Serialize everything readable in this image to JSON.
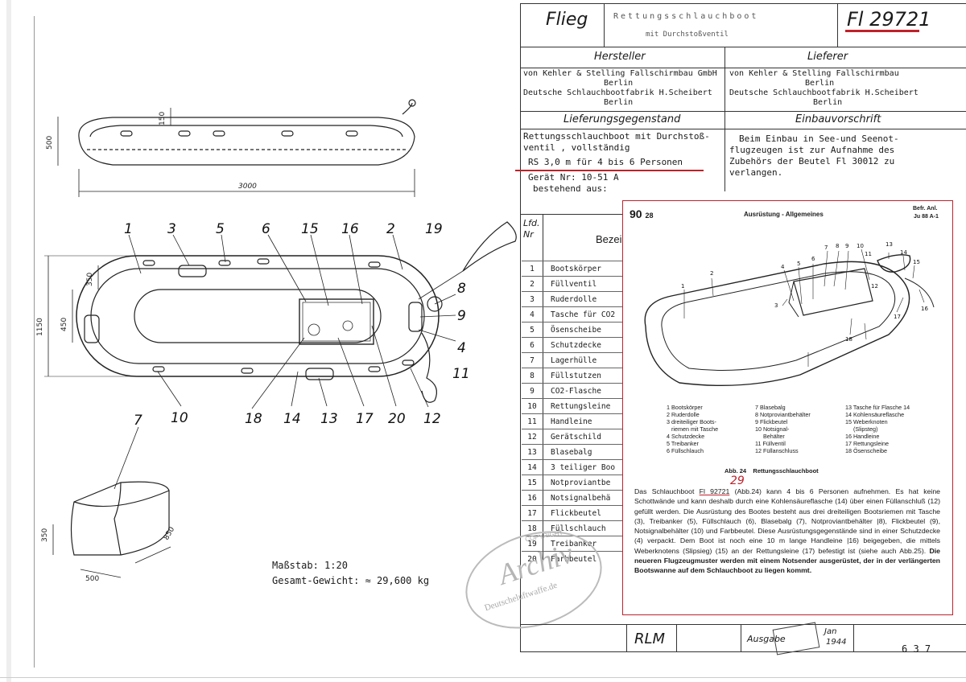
{
  "header": {
    "section": "Flieg",
    "title_line1": "Rettungsschlauchboot",
    "title_line2": "mit Durchstoßventil",
    "fl_number": "Fl 29721"
  },
  "manufacturer": {
    "heading": "Hersteller",
    "lines": [
      "von Kehler & Stelling Fallschirmbau GmbH",
      "Berlin",
      "Deutsche Schlauchbootfabrik H.Scheibert",
      "Berlin"
    ]
  },
  "supplier": {
    "heading": "Lieferer",
    "lines": [
      "von Kehler & Stelling Fallschirmbau",
      "Berlin",
      "Deutsche Schlauchbootfabrik H.Scheibert",
      "Berlin"
    ]
  },
  "delivery": {
    "heading": "Lieferungsgegenstand",
    "line1": "Rettungsschlauchboot mit Durchstoß-",
    "line2": "ventil , vollständig",
    "line3": "RS 3,0 m für 4 bis 6 Personen",
    "line4": "Gerät Nr: 10-51 A",
    "line5": "bestehend aus:"
  },
  "installation": {
    "heading": "Einbauvorschrift",
    "line1": "Beim Einbau in See-und Seenot-",
    "line2": "flugzeugen ist zur Aufnahme des",
    "line3": "Zubehörs der Beutel  Fl 30012 zu",
    "line4": "verlangen."
  },
  "parts_table": {
    "header_num": "Lfd. Nr",
    "header_name": "Bezei",
    "rows": [
      {
        "num": "1",
        "name": "Bootskörper"
      },
      {
        "num": "2",
        "name": "Füllventil"
      },
      {
        "num": "3",
        "name": "Ruderdolle"
      },
      {
        "num": "4",
        "name": "Tasche für CO2"
      },
      {
        "num": "5",
        "name": "Ösenscheibe"
      },
      {
        "num": "6",
        "name": "Schutzdecke"
      },
      {
        "num": "7",
        "name": "Lagerhülle"
      },
      {
        "num": "8",
        "name": "Füllstutzen"
      },
      {
        "num": "9",
        "name": "CO2-Flasche"
      },
      {
        "num": "10",
        "name": "Rettungsleine"
      },
      {
        "num": "11",
        "name": "Handleine"
      },
      {
        "num": "12",
        "name": "Gerätschild"
      },
      {
        "num": "13",
        "name": "Blasebalg"
      },
      {
        "num": "14",
        "name": "3 teiliger Boo"
      },
      {
        "num": "15",
        "name": "Notproviantbe"
      },
      {
        "num": "16",
        "name": "Notsignalbehä"
      },
      {
        "num": "17",
        "name": "Flickbeutel"
      },
      {
        "num": "18",
        "name": "Füllschlauch"
      },
      {
        "num": "19",
        "name": "Treibanker"
      },
      {
        "num": "20",
        "name": "Farbbeutel"
      }
    ]
  },
  "drawing": {
    "dim_height_side": "500",
    "dim_height_inner": "150",
    "dim_length": "3000",
    "dim_width": "1150",
    "dim_inner_width": "450",
    "dim_tube": "350",
    "bag_dim_height": "350",
    "bag_dim_length": "850",
    "bag_dim_width": "500",
    "callouts_top": [
      "1",
      "3",
      "5",
      "6",
      "15",
      "16",
      "2",
      "19"
    ],
    "callouts_right": [
      "8",
      "9",
      "4",
      "11"
    ],
    "callouts_bottom": [
      "10",
      "18",
      "14",
      "13",
      "17",
      "20",
      "12"
    ],
    "bag_callout": "7",
    "scale": "Maßstab: 1:20",
    "total_weight": "Gesamt-Gewicht: ≈ 29,600 kg"
  },
  "footer": {
    "rlm": "RLM",
    "ausgabe": "Ausgabe",
    "year": "1944",
    "month": "Jan",
    "page": "6 3 7"
  },
  "watermark": {
    "brand": "Archiv",
    "site": "Deutscheluftwaffe.de",
    "copyright": "COPYRIGHT"
  },
  "inset": {
    "page_num": "90",
    "page_sub": "28",
    "heading": "Ausrüstung - Allgemeines",
    "ref_line1": "Befr. Anl.",
    "ref_line2": "Ju 88 A-1",
    "legend_col1": "1 Bootskörper\n2 Ruderdolle\n3 dreiteiliger Boots-\n   riemen mit Tasche\n4 Schutzdecke\n5 Treibanker\n6 Füllschlauch",
    "legend_col2": "7 Blasebalg\n8 Notproviantbehälter\n9 Flickbeutel\n10 Notsignal-\n     Behälter\n11 Füllventil\n12 Füllanschluss",
    "legend_col3": "13 Tasche für Flasche 14\n14 Kohlensäureflasche\n15 Weberknoten\n     (Slipsteg)\n16 Handleine\n17 Rettungsleine\n18 Ösenscheibe",
    "figure_caption": "Abb. 24    Rettungsschlauchboot",
    "handwritten": "29",
    "desc_start": "Das Schlauchboot ",
    "desc_fl": "Fl 92721",
    "desc_body": " (Abb.24) kann 4 bis 6 Personen aufnehmen. Es hat keine Schottwände und kann deshalb durch eine Kohlensäureflasche (14) über einen Füllanschluß (12) gefüllt werden. Die Ausrüstung des Bootes besteht aus drei dreiteiligen Bootsriemen mit Tasche (3), Treibanker (5), Füllschlauch (6), Blasebalg (7), Notproviantbehälter |8), Flickbeutel (9), Notsignalbehälter (10) und Farbbeutel. Diese Ausrüstungsgegenstände sind in einer Schutzdecke (4) verpackt. Dem Boot ist noch eine 10 m lange Handleine |16) beigegeben, die mittels Weberknotens (Slipsieg) (15) an der Rettungsleine (17) befestigt ist (siehe auch Abb.25). ",
    "desc_bold": "Die neueren Flugzeugmuster werden mit einem Notsender ausgerüstet, der in der verlängerten Bootswanne auf dem Schlauchboot zu liegen kommt.",
    "callouts": [
      "1",
      "2",
      "3",
      "4",
      "5",
      "6",
      "7",
      "8",
      "9",
      "10",
      "11",
      "12",
      "13",
      "14",
      "15",
      "16",
      "17",
      "18"
    ]
  }
}
